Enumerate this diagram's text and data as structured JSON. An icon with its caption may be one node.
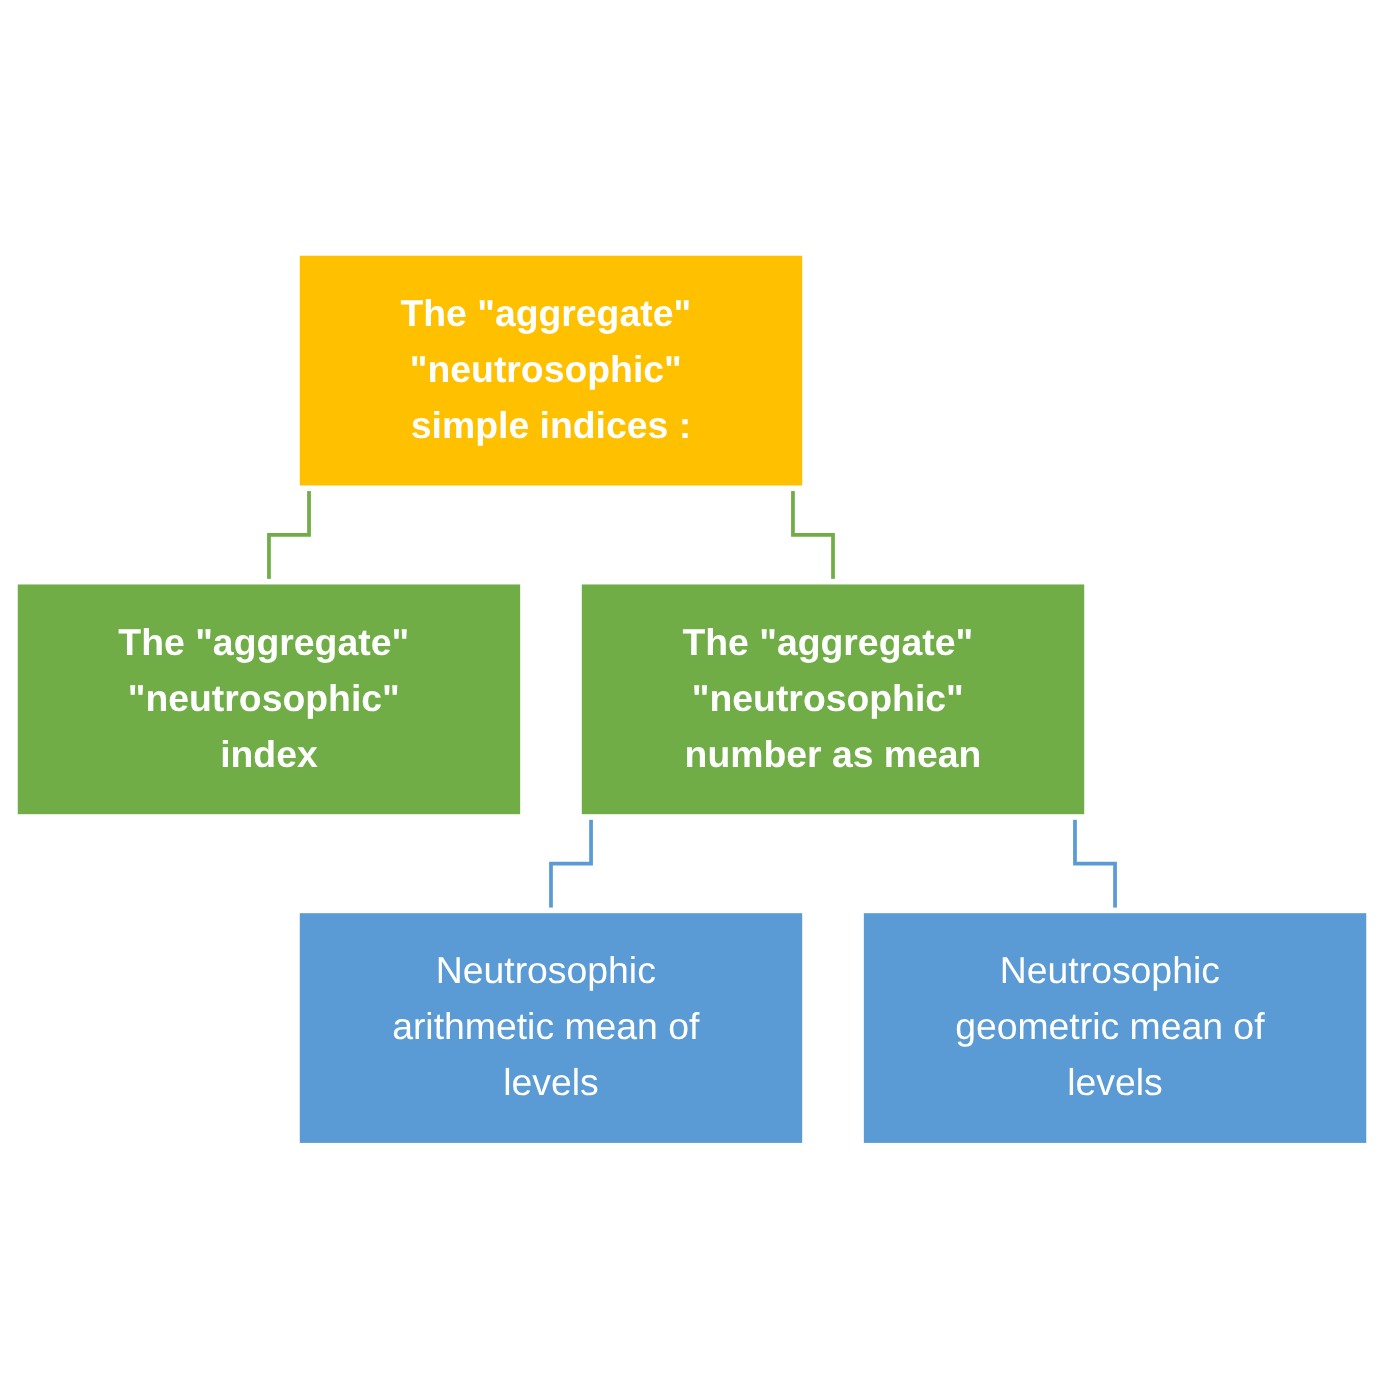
{
  "diagram": {
    "nodes": [
      {
        "text": [
          "The \"aggregate\" \"neutrosophic\" simple indices :"
        ]
      },
      {
        "text": [
          "The \"aggregate\" \"neutrosophic\" index"
        ]
      },
      {
        "text": [
          "The \"aggregate\" \"neutrosophic\" number as mean"
        ]
      },
      {
        "text": [
          "Neutrosophic arithmetic mean of levels"
        ]
      },
      {
        "text": [
          "Neutrosophic geometric mean of levels"
        ]
      }
    ],
    "edges": [
      {
        "from": 0,
        "to": 1,
        "arrow": "none",
        "color": "#70ad47"
      },
      {
        "from": 0,
        "to": 2,
        "arrow": "none",
        "color": "#70ad47"
      },
      {
        "from": 2,
        "to": 3,
        "arrow": "none",
        "color": "#5b9bd5"
      },
      {
        "from": 2,
        "to": 4,
        "arrow": "none",
        "color": "#5b9bd5"
      }
    ]
  }
}
